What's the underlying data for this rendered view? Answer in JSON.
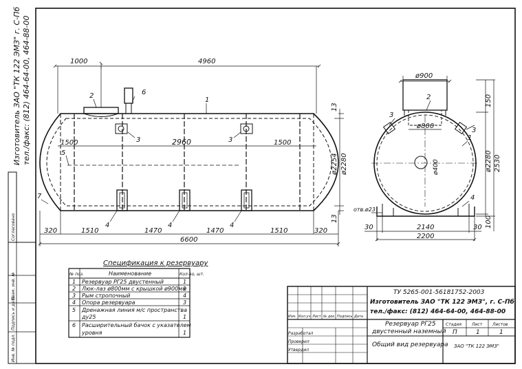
{
  "side_stamp": {
    "manufacturer": "Изготовитель ЗАО \"ТК 122 ЭМЗ\" г. С-Пб",
    "phone": "тел./факс: (812) 464-64-00, 464-88-00",
    "cells": [
      "Согласовано",
      "Инв. № подл.",
      "Подпись и дата",
      "Взам. инв. №"
    ]
  },
  "side_view": {
    "dims_top": [
      "1000",
      "4960"
    ],
    "dims_mid": [
      "1500",
      "2960",
      "1500"
    ],
    "dims_bottom": [
      "320",
      "1510",
      "1470",
      "1470",
      "1510",
      "320"
    ],
    "overall_length": "6600",
    "right_dims": [
      "13",
      "ø2254",
      "ø2280",
      "13"
    ],
    "callouts": [
      "1",
      "2",
      "3",
      "3",
      "4",
      "4",
      "4",
      "5",
      "6",
      "7"
    ]
  },
  "end_view": {
    "hatch_dia": "ø900",
    "neck_dia": "ø800",
    "drain_dia": "ø400",
    "right_dims": [
      "150",
      "ø2280",
      "2530",
      "100"
    ],
    "bottom_dims": [
      "30",
      "2140",
      "30"
    ],
    "overall_width": "2200",
    "hole_label": "отв.ø23",
    "callouts": [
      "1",
      "2",
      "3",
      "3",
      "4"
    ]
  },
  "spec": {
    "title": "Спецификация к резервуару",
    "headers": [
      "№ поз.",
      "Наименование",
      "Кол-во, шт."
    ],
    "rows": [
      {
        "pos": "1",
        "name": "Резервуар РГ25 двустенный",
        "qty": "1"
      },
      {
        "pos": "2",
        "name": "Люк-лаз ø800мм с крышкой ø900мм",
        "qty": "1"
      },
      {
        "pos": "3",
        "name": "Рым стропочный",
        "qty": "4"
      },
      {
        "pos": "4",
        "name": "Опора резервуара",
        "qty": "3"
      },
      {
        "pos": "5",
        "name": "Дренажная линия м/с пространства",
        "name2": "ду25",
        "qty": "1"
      },
      {
        "pos": "6",
        "name": "Расширительный бачок с указателем",
        "name2": "уровня",
        "qty": "1"
      }
    ]
  },
  "title_block": {
    "doc_code": "ТУ 5265-001-56181752-2003",
    "manufacturer": "Изготовитель ЗАО \"ТК 122 ЭМЗ\", г. С-Пб",
    "phone": "тел./факс: (812) 464-64-00, 464-88-00",
    "col_headers": [
      "Изм.",
      "Кол.уч",
      "Лист",
      "№ док.",
      "Подпись",
      "Дата"
    ],
    "product_name": "Резервуар РГ25",
    "product_name2": "двустенный наземный",
    "view_name": "Общий вид резервуара",
    "stage_label": "Стадия",
    "sheet_label": "Лист",
    "sheets_label": "Листов",
    "stage": "П",
    "sheet": "1",
    "sheets": "1",
    "roles": [
      "Разработал",
      "Проверил",
      "Утвердил"
    ],
    "org": "ЗАО \"ТК 122 ЭМЗ\""
  }
}
